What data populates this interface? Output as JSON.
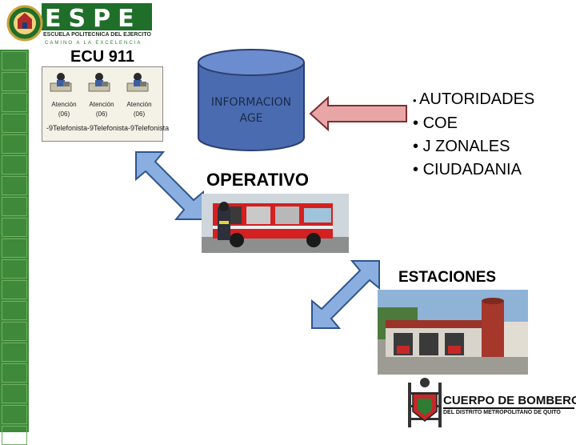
{
  "header": {
    "logo_letters": "ESPE",
    "university": "ESCUELA POLITECNICA DEL EJERCITO",
    "motto": "CAMINO A LA EXCELENCIA"
  },
  "ecu911": {
    "title": "ECU 911",
    "stations": [
      {
        "label": "Atención",
        "count": "(06)"
      },
      {
        "label": "Atención",
        "count": "(06)"
      },
      {
        "label": "Atención",
        "count": "(06)"
      }
    ],
    "phone_line": "-9Telefonista-9Telefonista-9Telefonista"
  },
  "database": {
    "line1": "INFORMACION",
    "line2": "AGE"
  },
  "stakeholders": [
    "AUTORIDADES",
    "COE",
    "J ZONALES",
    "CIUDADANIA"
  ],
  "operativo": {
    "title": "OPERATIVO"
  },
  "estaciones": {
    "title": "ESTACIONES"
  },
  "bomberos": {
    "title": "CUERPO DE BOMBEROS",
    "subtitle": "DEL DISTRITO METROPOLITANO DE QUITO"
  },
  "colors": {
    "green_band": "#3f8a3a",
    "db_fill": "#4a6bb0",
    "arrow_fill": "#e8a6a6",
    "cycle_arrow_fill": "#8aaee0"
  }
}
